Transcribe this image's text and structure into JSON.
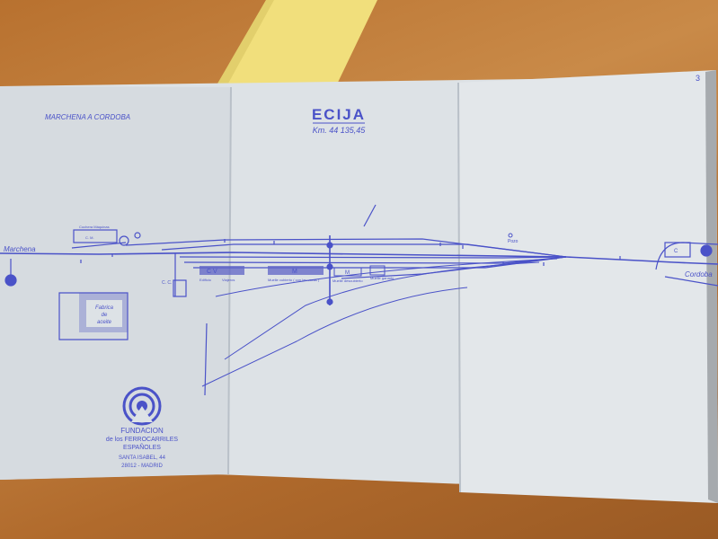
{
  "plan": {
    "title": "ECIJA",
    "km": "Km. 44 135,45",
    "route": "MARCHENA A CORDOBA",
    "page_number": "3",
    "left_end": "Marchena",
    "right_end": "Cordoba",
    "labels": {
      "cocheron": "Cochera Máquinas",
      "cm": "C. M.",
      "pozo": "Pozo",
      "cc": "C. C.",
      "cv": "C  V",
      "m_large": "M",
      "m_small": "M",
      "edificio": "Edificio",
      "viajeros": "Viajeros",
      "muelle_cubierto": "Muelle cubierto ( con las vacas )",
      "muelle_descubierto": "Muelle descubierto",
      "muelle_ganado": "Muelle ganado",
      "c_right": "C",
      "fabrica_1": "Fabrica",
      "fabrica_2": "de",
      "fabrica_3": "aceite"
    },
    "stamp": {
      "line1": "FUNDACION",
      "line2": "de los FERROCARRILES",
      "line3": "ESPAÑOLES",
      "line4": "SANTA ISABEL, 44",
      "line5": "28012 - MADRID"
    }
  },
  "colors": {
    "ink": "#4a52c8",
    "paper": "#dfe3e6",
    "desk": "#b8712f",
    "folder": "#f3e07a"
  }
}
